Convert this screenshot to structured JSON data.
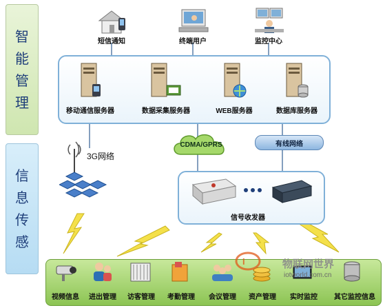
{
  "sections": {
    "top": "智能管理",
    "bottom": "信息传感"
  },
  "users": [
    "短信通知",
    "终端用户",
    "监控中心"
  ],
  "servers": [
    "移动通信服务器",
    "数据采集服务器",
    "WEB服务器",
    "数据库服务器"
  ],
  "networks": {
    "wireless": "3G网络",
    "cdma": "CDMA/GPRS",
    "wired": "有线网络"
  },
  "transceiver": "信号收发器",
  "applications": [
    "视频信息",
    "进出管理",
    "访客管理",
    "考勤管理",
    "会议管理",
    "资产管理",
    "实时监控",
    "其它监控信息"
  ],
  "watermark": {
    "title": "物联网世界",
    "url": "iotworld.com.cn"
  },
  "colors": {
    "panel_border": "#7fb0d8",
    "bolt": "#f4e04a",
    "green_bar": "#9bcf57"
  }
}
